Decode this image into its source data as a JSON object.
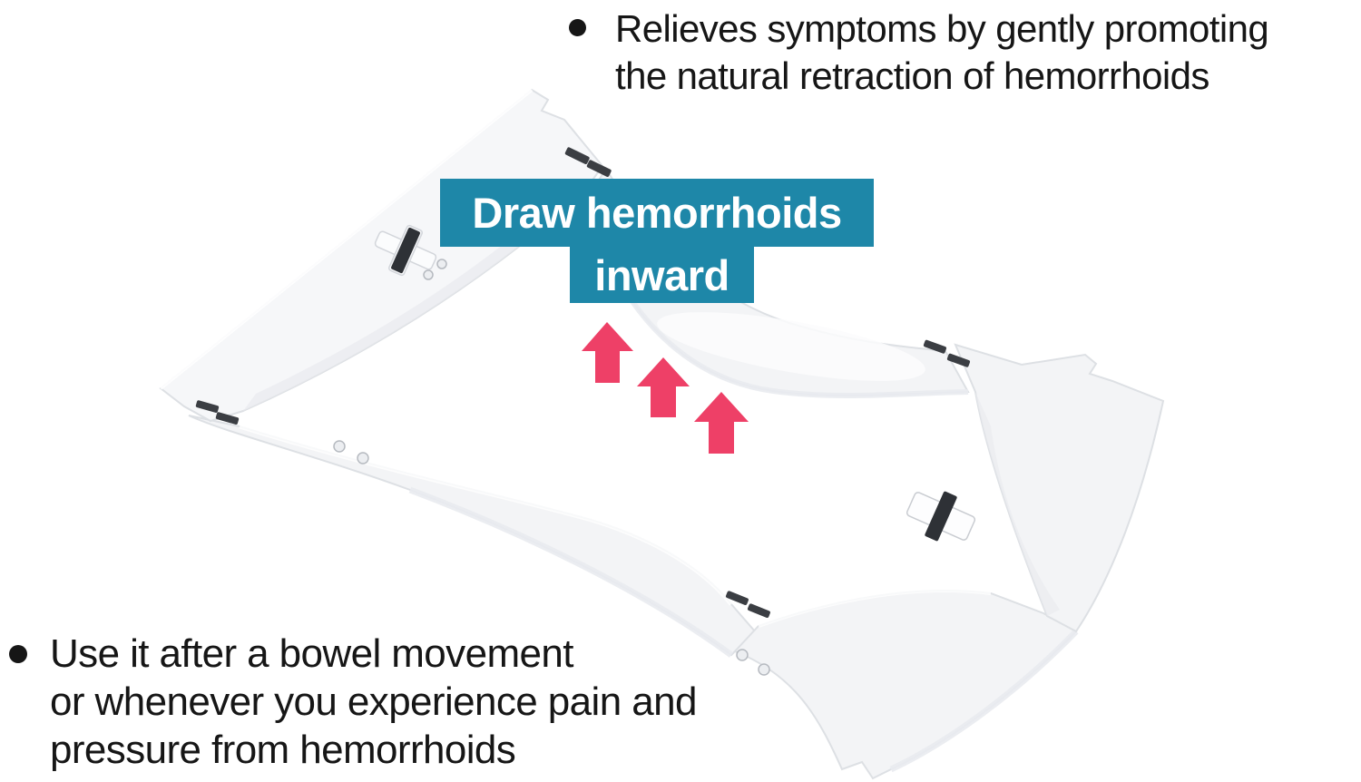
{
  "colors": {
    "background": "#ffffff",
    "text": "#161616",
    "label_background": "#1e87a8",
    "label_text": "#ffffff",
    "arrow": "#ee4067",
    "product_surface": "#f3f4f6",
    "product_surface_bright": "#f6f7f9",
    "product_edge": "#dde0e4",
    "product_shade": "#e9ebef",
    "hinge_slot": "#3b3e43"
  },
  "notes": {
    "top": {
      "lines": [
        "Relieves symptoms by gently promoting",
        "the natural retraction of hemorrhoids"
      ]
    },
    "bottom": {
      "lines": [
        "Use it after a bowel movement",
        "or whenever you experience pain and",
        "pressure from hemorrhoids"
      ]
    }
  },
  "callout": {
    "line1": "Draw hemorrhoids",
    "line2": "inward"
  },
  "arrows": {
    "count": 3,
    "direction": "up"
  }
}
